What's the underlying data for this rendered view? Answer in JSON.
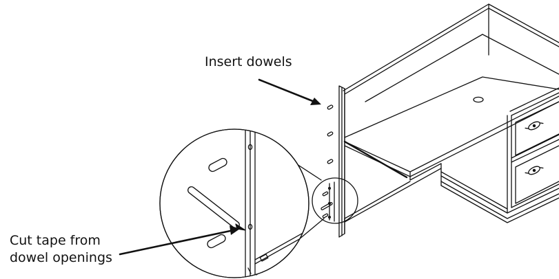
{
  "labels": {
    "insert_dowels": "Insert dowels",
    "cut_tape_line1": "Cut tape from",
    "cut_tape_line2": "dowel openings"
  },
  "colors": {
    "ink": "#111111",
    "background": "#ffffff"
  }
}
